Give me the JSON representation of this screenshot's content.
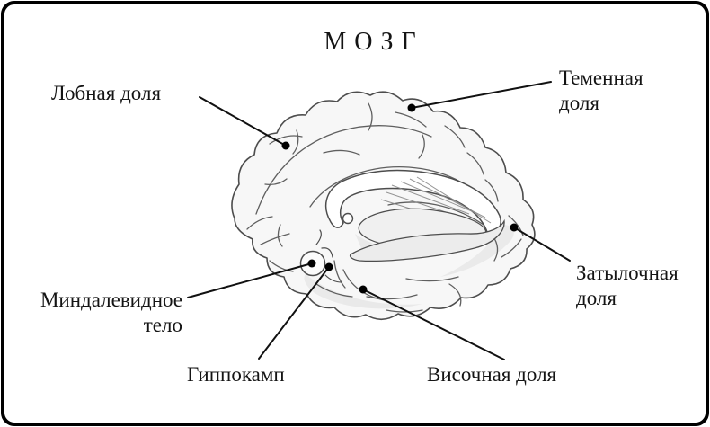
{
  "title": "МОЗГ",
  "diagram": {
    "subject": "brain-medial-section",
    "labels": {
      "frontal": {
        "text": "Лобная доля"
      },
      "parietal": {
        "line1": "Теменная",
        "line2": "доля"
      },
      "occipital": {
        "line1": "Затылочная",
        "line2": "доля"
      },
      "amygdala": {
        "line1": "Миндалевидное",
        "line2": "тело"
      },
      "hippocampus": {
        "text": "Гиппокамп"
      },
      "temporal": {
        "text": "Височная доля"
      }
    }
  },
  "colors": {
    "border": "#000000",
    "leader_line": "#111111",
    "marker_dot": "#000000",
    "sketch_outline": "#4d4d4d",
    "cortex_fill": "#f7f7f7",
    "background": "#ffffff"
  }
}
